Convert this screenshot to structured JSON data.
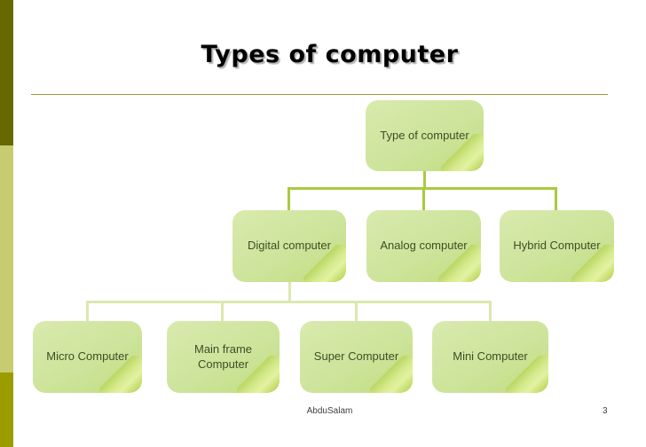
{
  "slide": {
    "title": "Types of computer",
    "footer": {
      "author": "AbduSalam",
      "page_number": "3"
    }
  },
  "diagram": {
    "type": "org-chart",
    "root": {
      "label": "Type of computer"
    },
    "level2": [
      {
        "label": "Digital computer",
        "parent": "Type of computer"
      },
      {
        "label": "Analog computer",
        "parent": "Type of computer"
      },
      {
        "label": "Hybrid Computer",
        "parent": "Type of computer"
      }
    ],
    "level3": [
      {
        "label": "Micro Computer",
        "parent": "Digital computer"
      },
      {
        "label": "Main frame Computer",
        "parent": "Digital computer"
      },
      {
        "label": "Super Computer",
        "parent": "Digital computer"
      },
      {
        "label": "Mini Computer",
        "parent": "Digital computer"
      }
    ]
  },
  "colors": {
    "bar_dark": "#666900",
    "bar_light": "#c8cc70",
    "bar_medium": "#9a9c00",
    "title_color": "#000000",
    "rule_color": "#a09737",
    "box_fill_light": "#d9eaae",
    "box_fill": "#cde49b",
    "box_fill_dark": "#c2dd80",
    "box_text": "#3e4d26",
    "connector_strong": "#a8cb3f",
    "connector_pale": "#dbe8ae",
    "footer_color": "#3f3f3f"
  }
}
